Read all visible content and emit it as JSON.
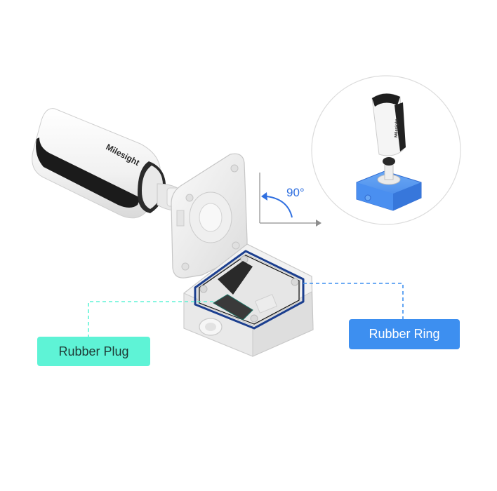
{
  "camera_logo_text": "Milesight",
  "inset_logo_text": "Milesight",
  "angle_label": "90°",
  "labels": {
    "rubber_plug": "Rubber Plug",
    "rubber_ring": "Rubber Ring"
  },
  "colors": {
    "plug_accent": "#5ef3d6",
    "ring_accent": "#3d8ff0",
    "angle_arrow": "#2f6fe0",
    "inset_box": "#4a8ff0"
  }
}
